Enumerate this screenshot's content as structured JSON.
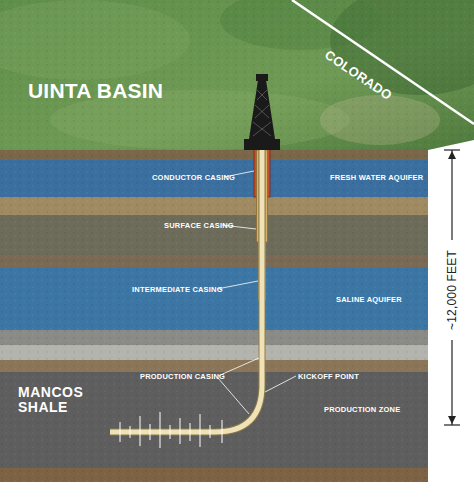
{
  "diagram": {
    "nodes": [
      {
        "text": [
          "FRESH WATER AQUIFER"
        ]
      },
      {
        "text": [
          "SALINE AQUIFER"
        ]
      },
      {
        "text": [
          "MANCOS SHALE",
          "PRODUCTION ZONE"
        ]
      }
    ],
    "labels": [
      "UINTA BASIN",
      "COLORADO",
      "CONDUCTOR CASING",
      "SURFACE CASING",
      "INTERMEDIATE CASING",
      "PRODUCTION CASING",
      "KICKOFF POINT",
      "~12,000 FEET"
    ]
  }
}
